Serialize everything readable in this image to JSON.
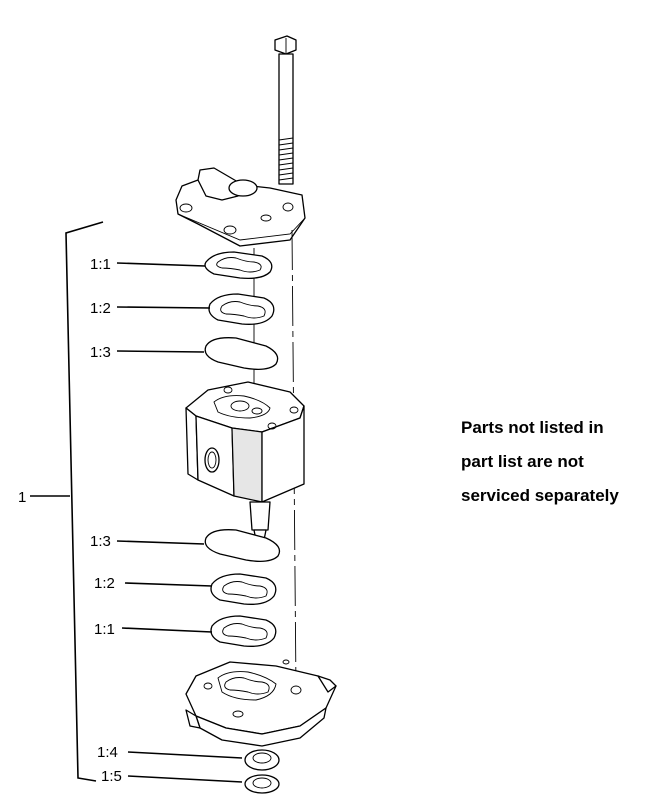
{
  "callouts": {
    "assembly": "1",
    "upper_gasket_1_1": "1:1",
    "upper_gasket_1_2": "1:2",
    "upper_seal_1_3": "1:3",
    "lower_seal_1_3": "1:3",
    "lower_gasket_1_2": "1:2",
    "lower_gasket_1_1": "1:1",
    "washer_1_4": "1:4",
    "washer_1_5": "1:5"
  },
  "note": {
    "line1": "Parts not listed in",
    "line2": "part list are not",
    "line3": "serviced separately"
  }
}
